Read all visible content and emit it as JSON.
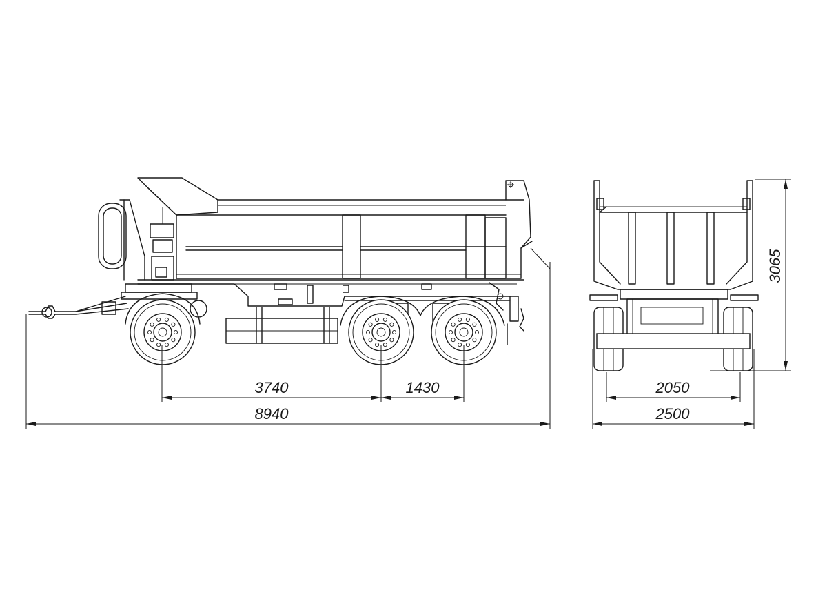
{
  "dimensions": {
    "wheelbase_front": "3740",
    "wheelbase_rear": "1430",
    "overall_length": "8940",
    "track_width": "2050",
    "overall_width": "2500",
    "overall_height": "3065"
  }
}
